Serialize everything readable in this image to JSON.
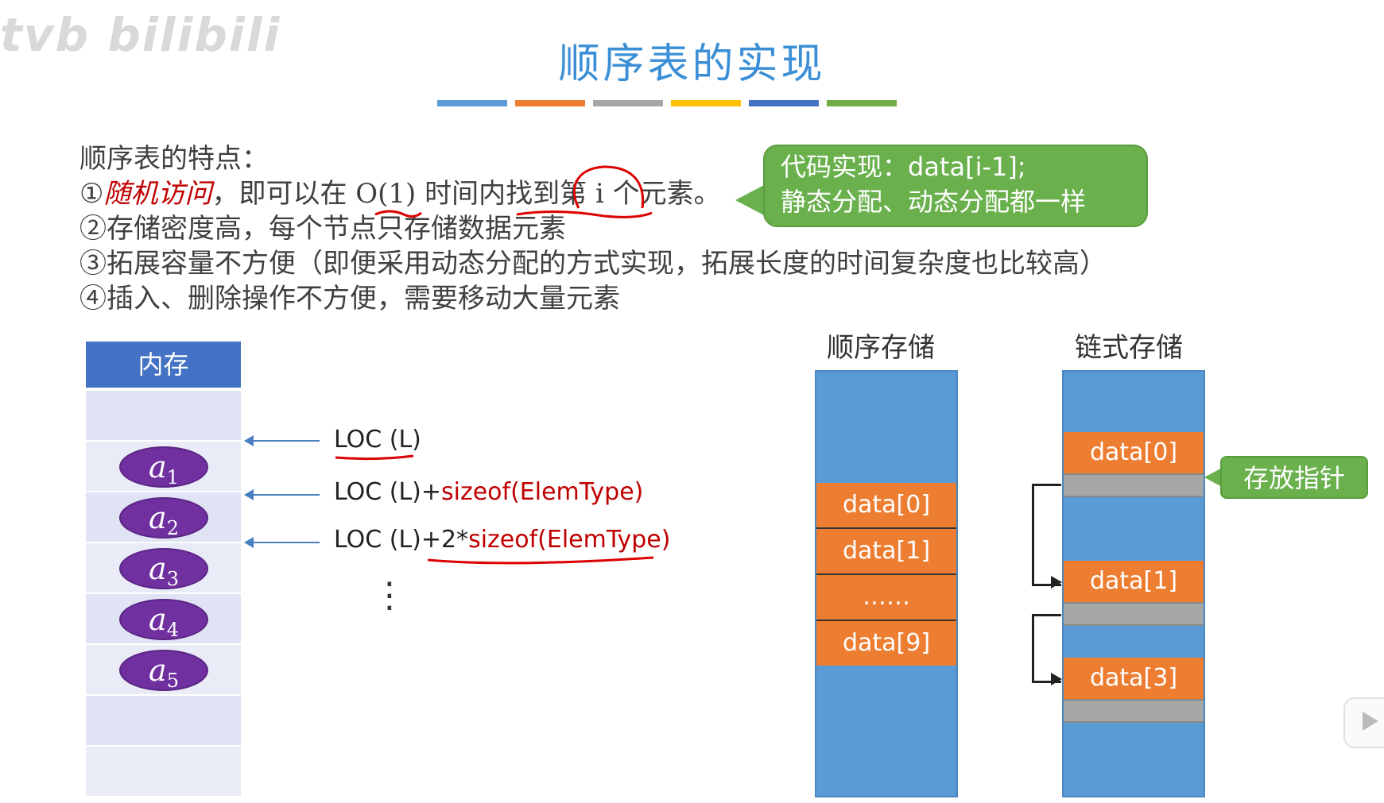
{
  "watermark": "tvb bilibili",
  "slide": {
    "title": "顺序表的实现",
    "bar_colors": [
      "#5b9bd5",
      "#ed7d31",
      "#a5a5a5",
      "#ffc000",
      "#4472c4",
      "#70ad47"
    ]
  },
  "features": {
    "heading": "顺序表的特点：",
    "item1_prefix": "①",
    "item1_highlight": "随机访问",
    "item1_rest": "，即可以在 O(1) 时间内找到第 i 个元素。",
    "item2": "②存储密度高，每个节点只存储数据元素",
    "item3": "③拓展容量不方便（即便采用动态分配的方式实现，拓展长度的时间复杂度也比较高）",
    "item4": "④插入、删除操作不方便，需要移动大量元素"
  },
  "callout": {
    "line1": "代码实现：data[i-1];",
    "line2": "静态分配、动态分配都一样"
  },
  "memory": {
    "header": "内存",
    "elements": [
      {
        "base": "a",
        "sub": "1"
      },
      {
        "base": "a",
        "sub": "2"
      },
      {
        "base": "a",
        "sub": "3"
      },
      {
        "base": "a",
        "sub": "4"
      },
      {
        "base": "a",
        "sub": "5"
      }
    ],
    "loc1": "LOC (L)",
    "loc2_prefix": "LOC (L)+",
    "loc2_red": "sizeof(ElemType)",
    "loc3_prefix": "LOC (L)+2*",
    "loc3_red": "sizeof(ElemType)",
    "dots": "⋮"
  },
  "sequential": {
    "label": "顺序存储",
    "cells": [
      "data[0]",
      "data[1]",
      "……",
      "data[9]"
    ]
  },
  "linked": {
    "label": "链式存储",
    "nodes": [
      "data[0]",
      "data[1]",
      "data[3]"
    ],
    "pointer_note": "存放指针"
  }
}
